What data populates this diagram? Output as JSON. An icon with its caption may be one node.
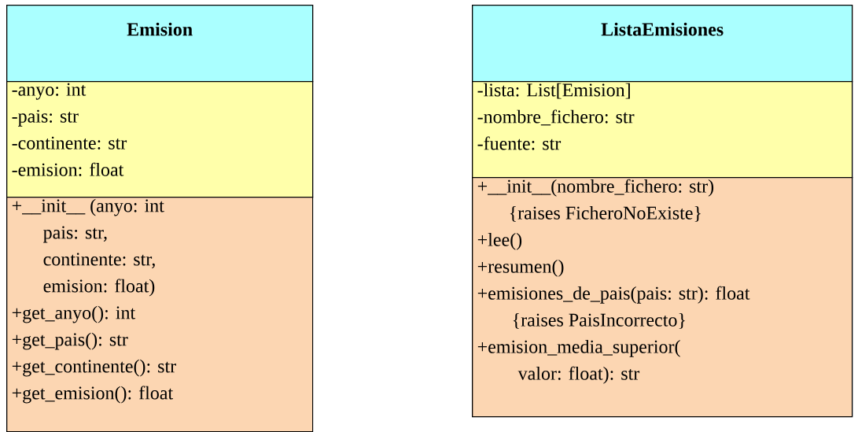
{
  "diagram": {
    "nodes": [
      {
        "text": [
          "Emision"
        ]
      },
      {
        "text": [
          "-anyo: int",
          "-pais: str",
          "-continente: str",
          "-emision: float"
        ]
      },
      {
        "text": [
          "+__init__ (anyo: int",
          "pais: str,",
          "continente: str,",
          "emision: float)",
          "+get_anyo(): int",
          "+get_pais(): str",
          "+get_continente(): str",
          "+get_emision(): float"
        ]
      },
      {
        "text": [
          "ListaEmisiones"
        ]
      },
      {
        "text": [
          "-lista: List[Emision]",
          "-nombre_fichero: str",
          "-fuente: str"
        ]
      },
      {
        "text": [
          "+__init__(nombre_fichero: str)",
          "{raises FicheroNoExiste}",
          "+lee()",
          "+resumen()",
          "+emisiones_de_pais(pais: str): float",
          "{raises PaisIncorrecto}",
          "+emision_media_superior(",
          "valor: float): str"
        ]
      }
    ]
  }
}
